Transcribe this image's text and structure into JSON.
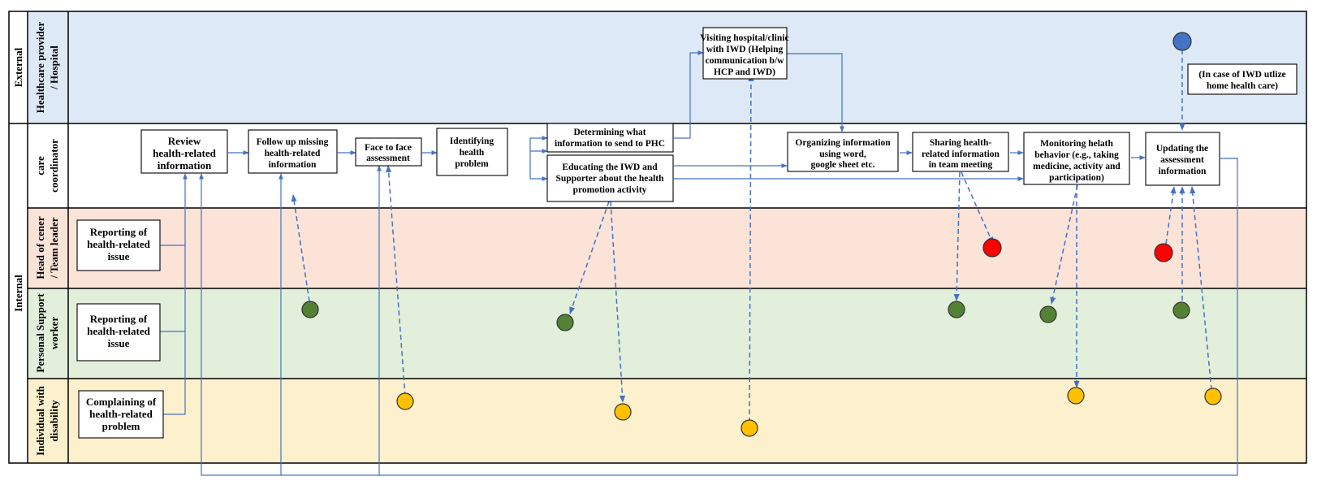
{
  "lanes": {
    "external_group": "External",
    "internal_group": "Internal",
    "healthcare": [
      "Healthcare provider",
      "/ Hospital"
    ],
    "care_coordinator": [
      "care",
      "coordinator"
    ],
    "head": [
      "Head of cener",
      "/ Team leader"
    ],
    "psw": [
      "Personal Support",
      "worker"
    ],
    "individual": [
      "Individual with",
      "disability"
    ]
  },
  "boxes": {
    "review": [
      "Review",
      "health-related",
      "information"
    ],
    "follow_up": [
      "Follow up missing",
      "health-related",
      "information"
    ],
    "face_to_face": [
      "Face to face",
      "assessment"
    ],
    "identifying": [
      "Identifying",
      "health",
      "problem"
    ],
    "determining": [
      "Determining what",
      "information to send to PHC"
    ],
    "educating": [
      "Educating the IWD and",
      "Supporter about the health",
      "promotion activity"
    ],
    "visiting": [
      "Visiting hospital/clinic",
      "with IWD (Helping",
      "communication b/w",
      "HCP and IWD)"
    ],
    "organizing": [
      "Organizing information",
      "using word,",
      "google sheet etc."
    ],
    "sharing": [
      "Sharing health-",
      "related information",
      "in team meeting"
    ],
    "monitoring": [
      "Monitoring helath",
      "behavior (e.g., taking",
      "medicine, activity and",
      "participation)"
    ],
    "updating": [
      "Updating the",
      "assessment",
      "information"
    ],
    "home_care": [
      "(In case of  IWD utlize",
      "home health care)"
    ],
    "head_report": [
      "Reporting of",
      "health-related",
      "issue"
    ],
    "psw_report": [
      "Reporting of",
      "health-related",
      "issue"
    ],
    "ind_complain": [
      "Complaining of",
      "health-related",
      "problem"
    ]
  },
  "colors": {
    "external_bg": "#dde9f6",
    "head_bg": "#fbe3d8",
    "psw_bg": "#e2efdb",
    "individual_bg": "#fdf0cd",
    "arrow": "#4472c4",
    "dot_green": "#548235",
    "dot_yellow": "#ffc000",
    "dot_red": "#ff0000",
    "dot_blue": "#4472c4"
  }
}
